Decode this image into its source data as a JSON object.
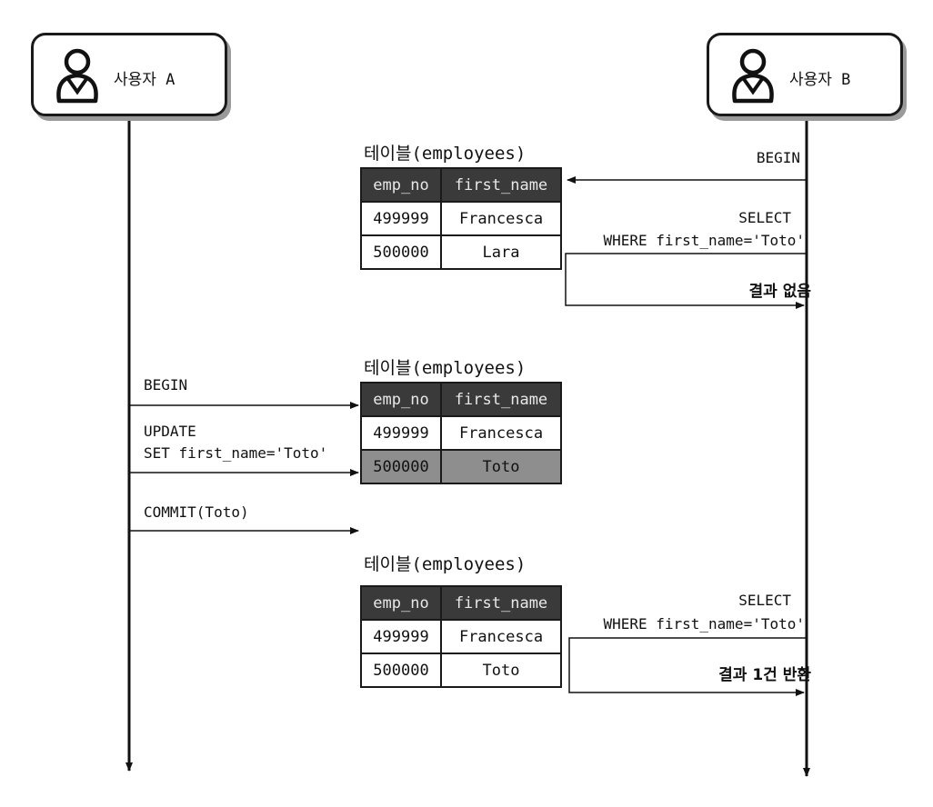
{
  "actors": {
    "a": {
      "name": "사용자 A"
    },
    "b": {
      "name": "사용자 B"
    }
  },
  "table_caption": "테이블(employees)",
  "table_columns": [
    "emp_no",
    "first_name"
  ],
  "stages": [
    {
      "rows": [
        [
          "499999",
          "Francesca"
        ],
        [
          "500000",
          "Lara"
        ]
      ]
    },
    {
      "rows": [
        [
          "499999",
          "Francesca"
        ],
        [
          "500000",
          "Toto"
        ]
      ]
    },
    {
      "rows": [
        [
          "499999",
          "Francesca"
        ],
        [
          "500000",
          "Toto"
        ]
      ]
    }
  ],
  "user_b": {
    "begin": "BEGIN",
    "select": "SELECT",
    "where": "WHERE first_name='Toto'",
    "result_none": "결과 없음",
    "result_one": "결과 1건 반환"
  },
  "user_a": {
    "begin": "BEGIN",
    "update": "UPDATE",
    "set": "SET first_name='Toto'",
    "commit": "COMMIT(Toto)"
  }
}
